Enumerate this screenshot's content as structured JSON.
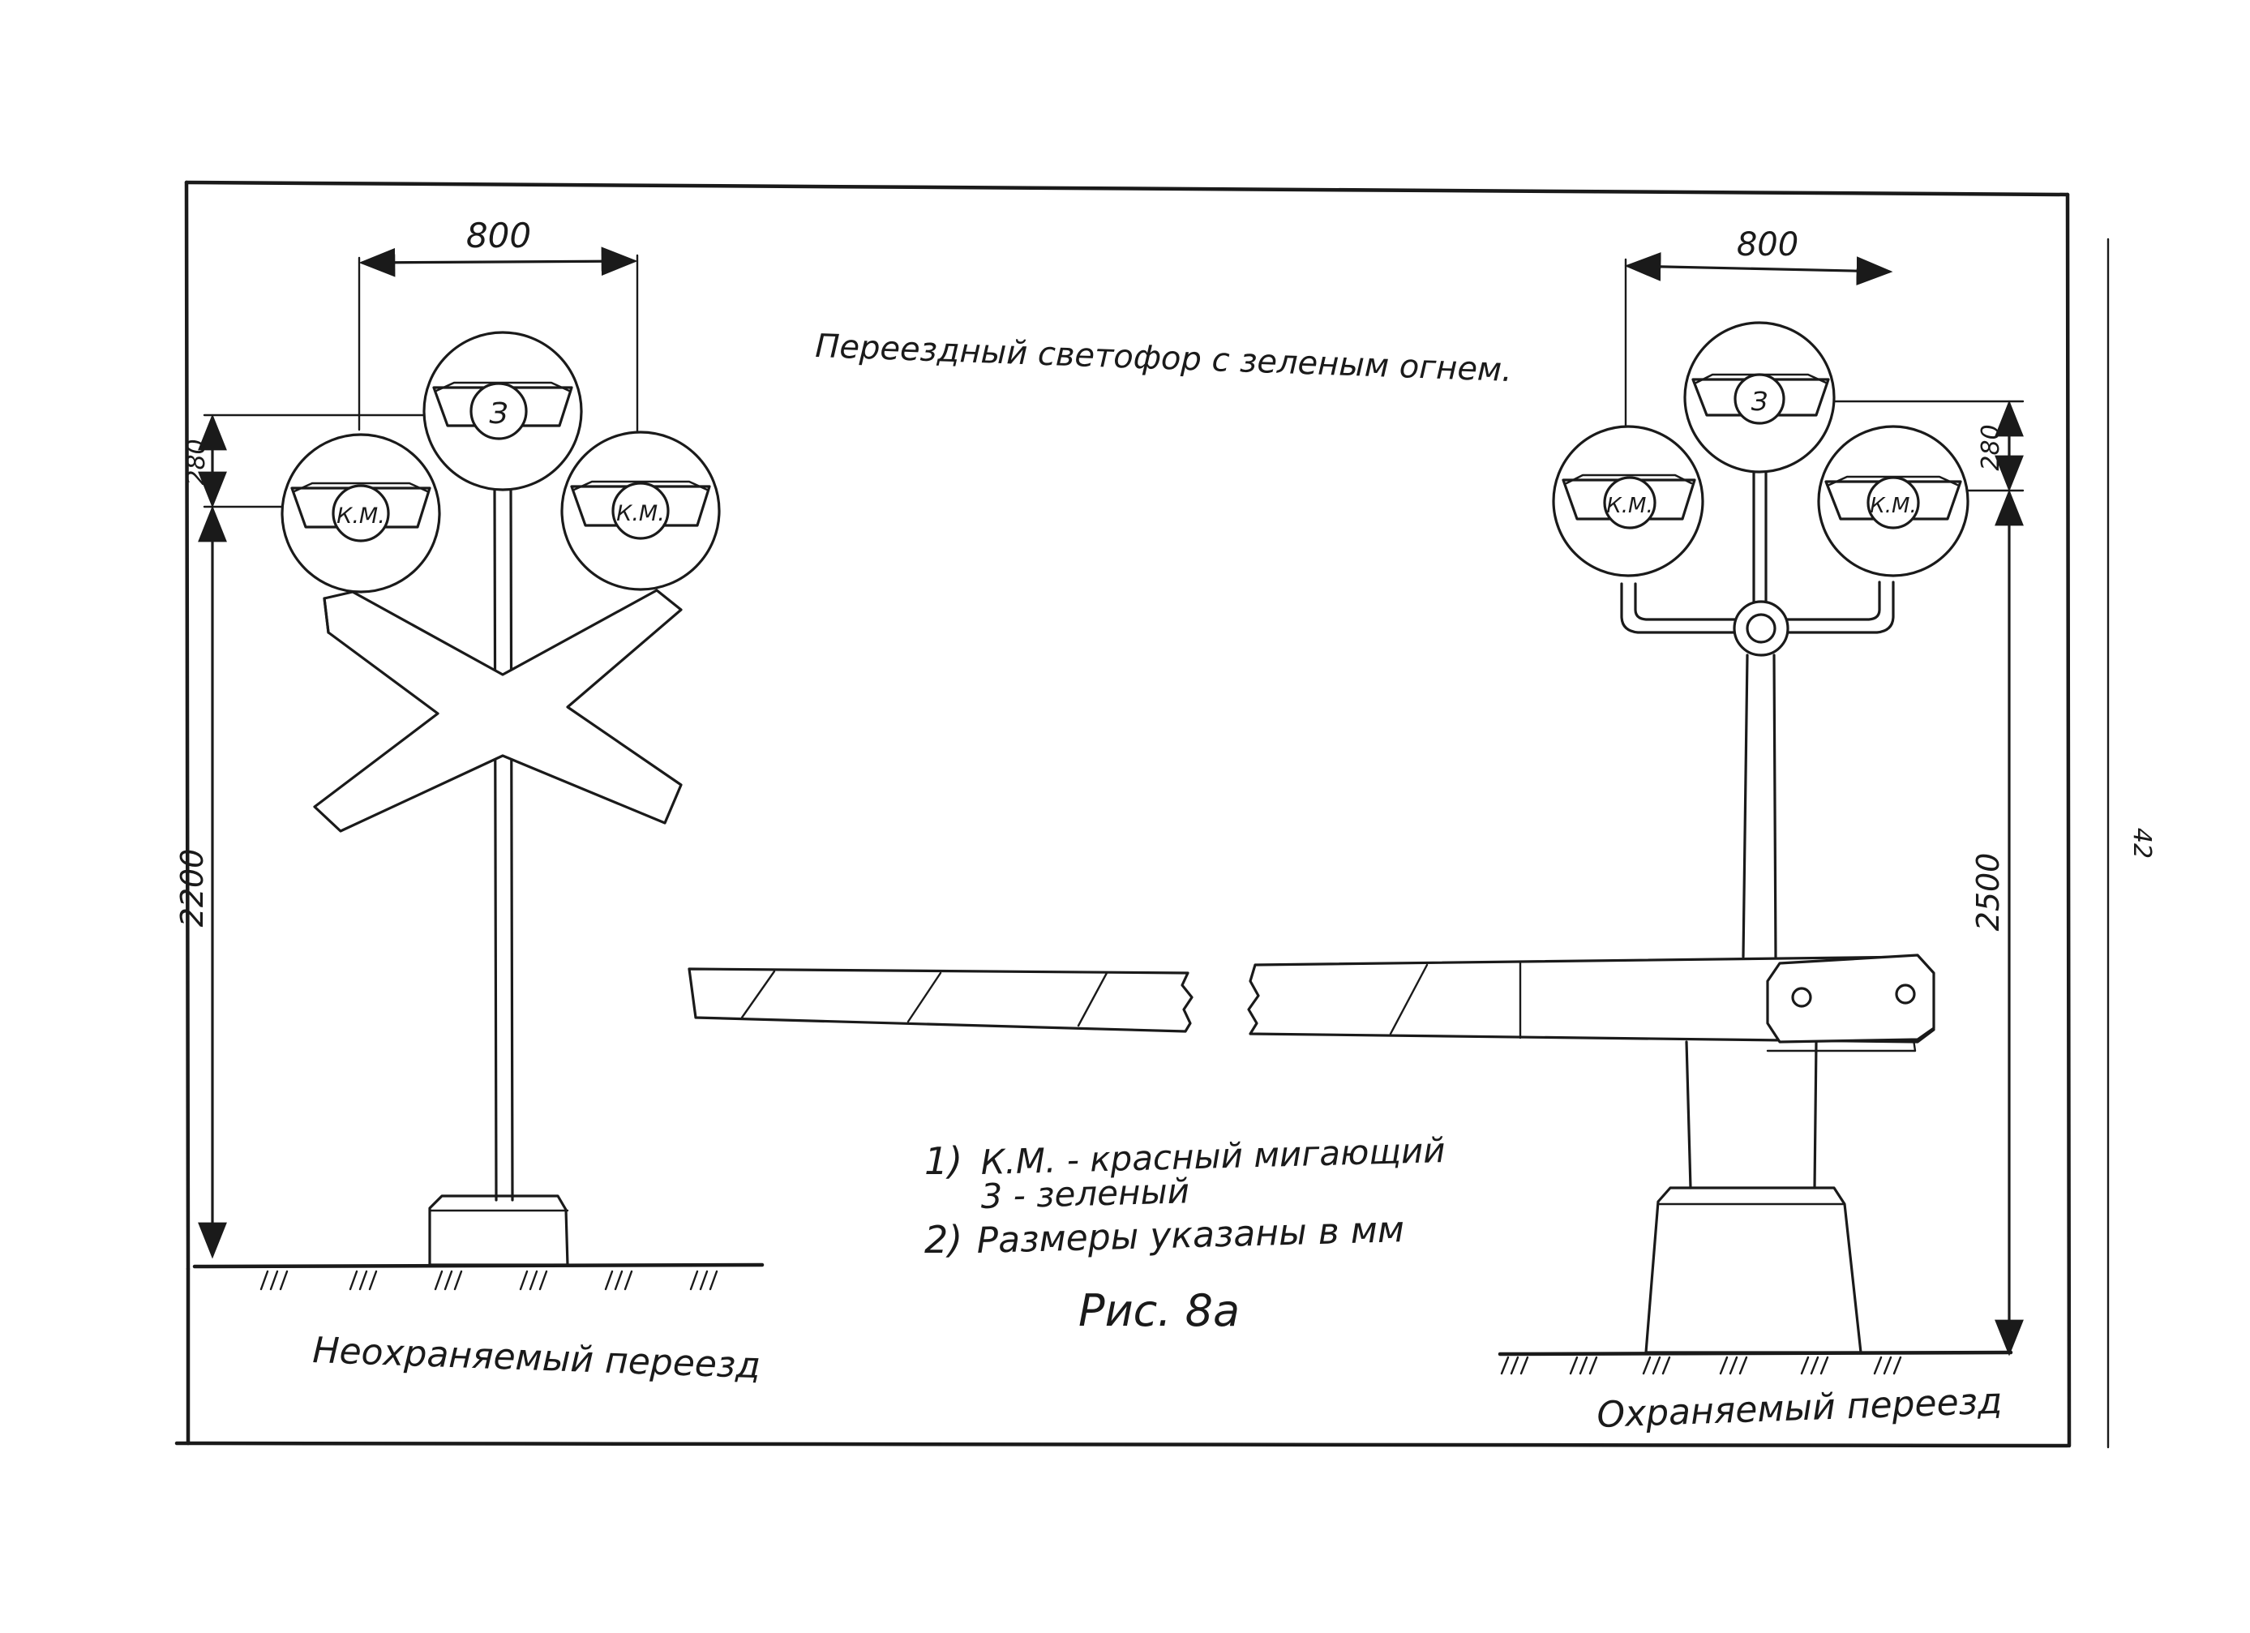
{
  "figure": {
    "title": "Переездный светофор с зеленым огнем.",
    "caption": "Рис. 8а",
    "page_number": "42"
  },
  "notes": {
    "line1_num": "1)",
    "line1_text": "К.М. - красный мигающий",
    "line1b_text": "3     - зеленый",
    "line2_num": "2)",
    "line2_text": "Размеры указаны в мм"
  },
  "left_signal": {
    "label": "Неохраняемый переезд",
    "width_dim": "800",
    "spacing_dim": "280",
    "height_dim": "2200",
    "lamp_left": "К.М.",
    "lamp_top": "З",
    "lamp_right": "К.М."
  },
  "right_signal": {
    "label": "Охраняемый переезд",
    "width_dim": "800",
    "spacing_dim": "280",
    "height_dim": "2500",
    "lamp_left": "К.М.",
    "lamp_top": "З",
    "lamp_right": "К.М."
  }
}
